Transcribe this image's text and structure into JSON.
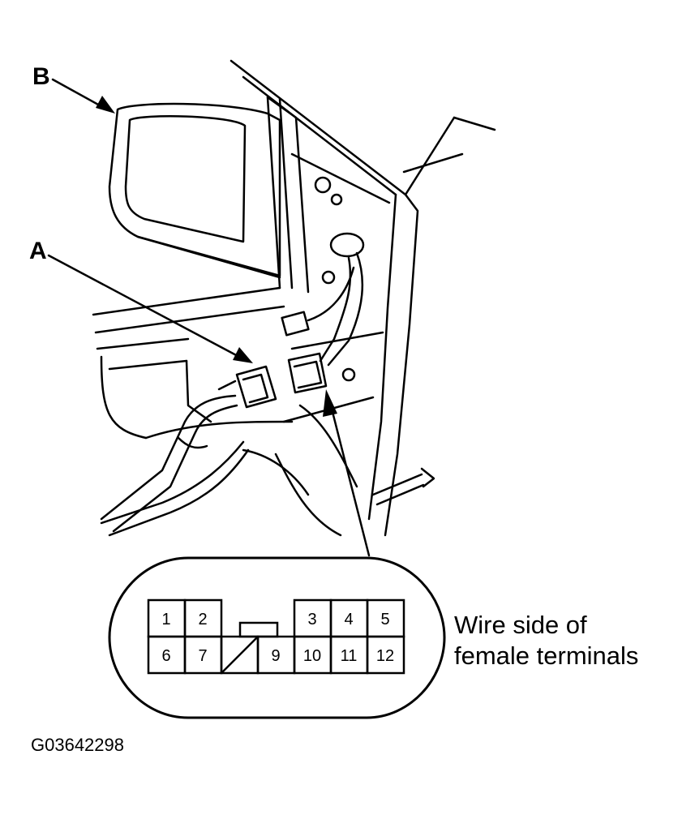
{
  "labels": {
    "a": "A",
    "b": "B"
  },
  "caption": {
    "line1": "Wire side of",
    "line2": "female terminals"
  },
  "figure_id": "G03642298",
  "connector_pins": {
    "r1c1": "1",
    "r1c2": "2",
    "r1c4": "3",
    "r1c5": "4",
    "r1c6": "5",
    "r2c1": "6",
    "r2c2": "7",
    "r2c3": "9",
    "r2c4": "10",
    "r2c5": "11",
    "r2c6": "12"
  }
}
